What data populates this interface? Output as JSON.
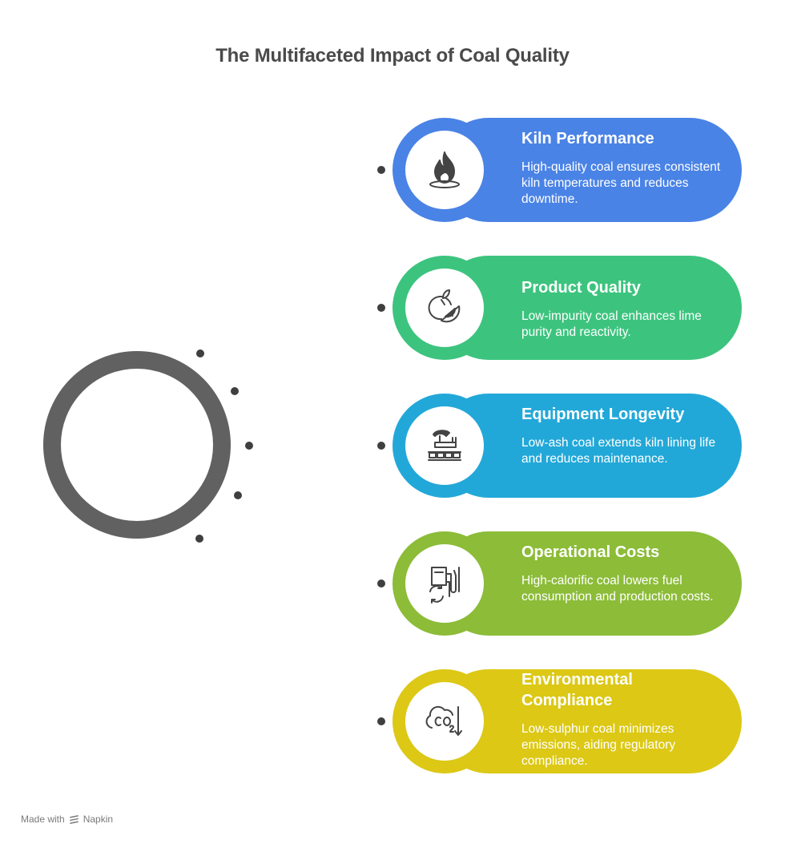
{
  "title": "The Multifaceted Impact of Coal Quality",
  "items": [
    {
      "title": "Kiln Performance",
      "description": "High-quality coal ensures consistent kiln temperatures and reduces downtime.",
      "icon": "fire-icon",
      "color": "#4a83e6"
    },
    {
      "title": "Product Quality",
      "description": "Low-impurity coal enhances lime purity and reactivity.",
      "icon": "lime-fruit-icon",
      "color": "#3cc47e"
    },
    {
      "title": "Equipment Longevity",
      "description": "Low-ash coal extends kiln lining life and reduces maintenance.",
      "icon": "kiln-machine-icon",
      "color": "#22a8d8"
    },
    {
      "title": "Operational Costs",
      "description": "High-calorific coal lowers fuel consumption and production costs.",
      "icon": "fuel-pump-icon",
      "color": "#8cbc38"
    },
    {
      "title": "Environmental Compliance",
      "description": "Low-sulphur coal minimizes emissions, aiding regulatory compliance.",
      "icon": "co2-reduction-icon",
      "color": "#dcc815"
    }
  ],
  "footer": {
    "made_with": "Made with",
    "brand": "Napkin"
  }
}
